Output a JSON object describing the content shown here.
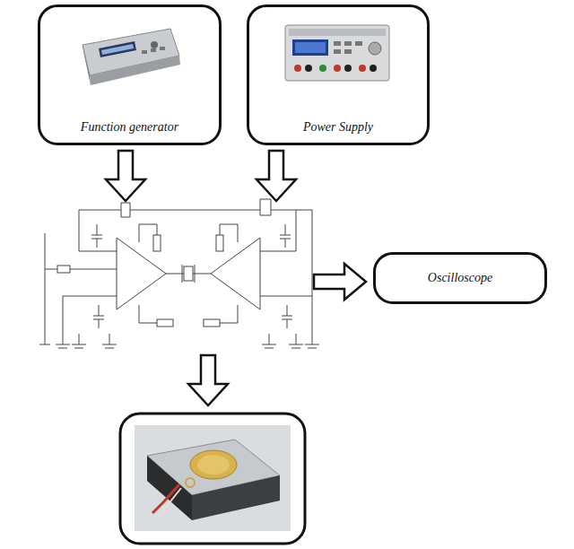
{
  "diagram": {
    "nodes": [
      {
        "text": [
          "Function generator"
        ]
      },
      {
        "text": [
          "Power Supply"
        ]
      },
      {
        "text": [
          "Oscilloscope"
        ]
      }
    ]
  }
}
